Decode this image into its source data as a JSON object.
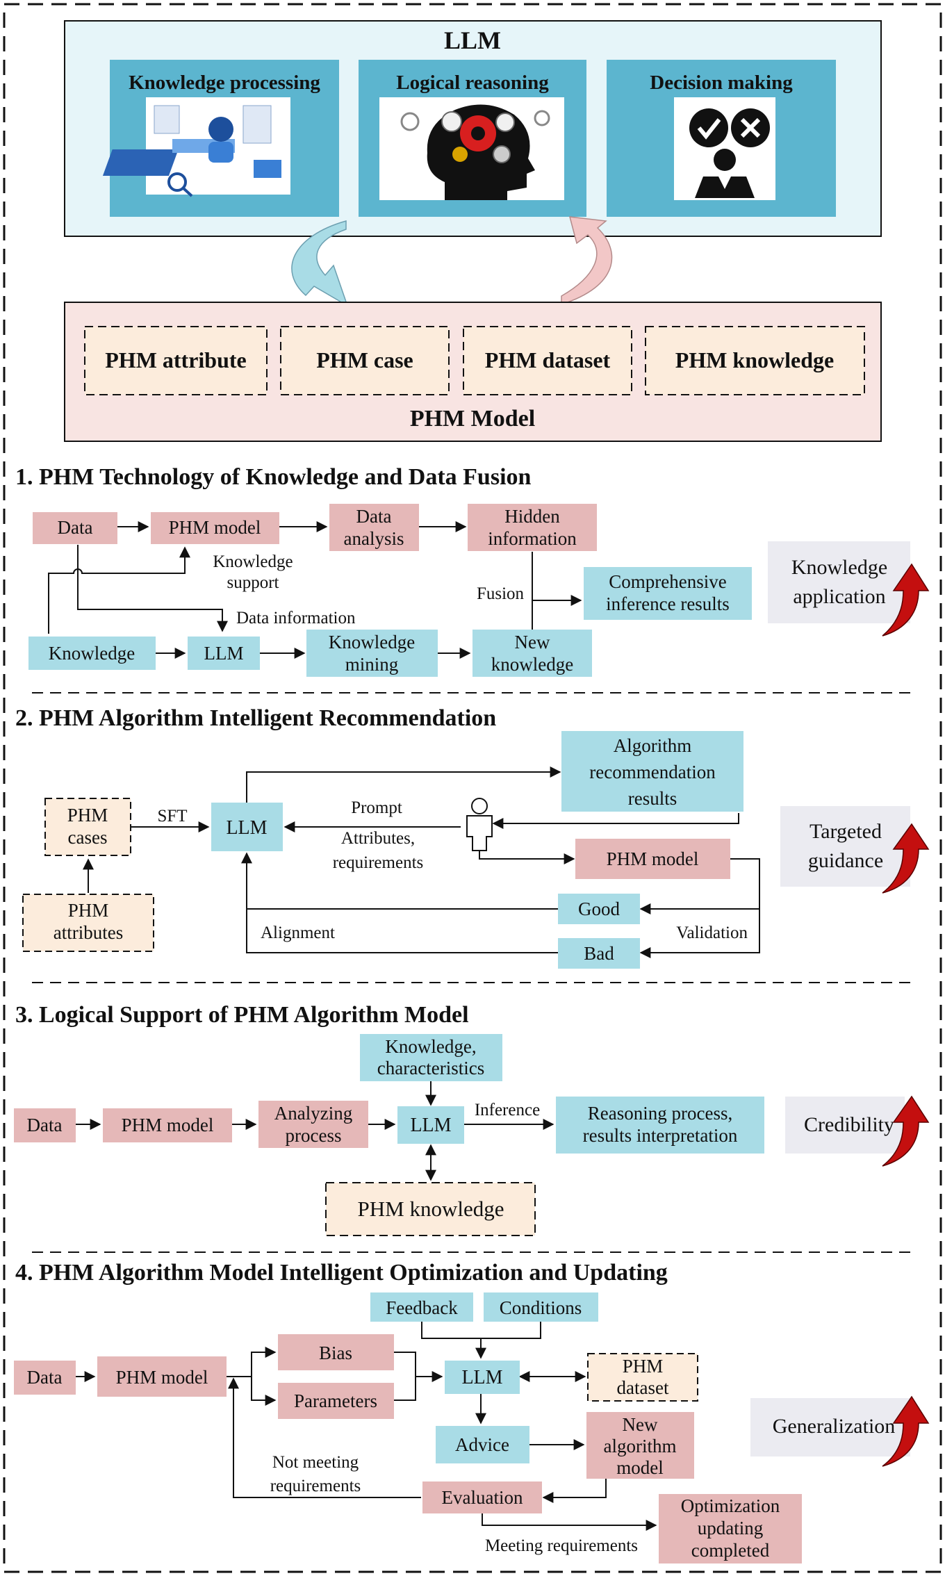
{
  "colors": {
    "pink": "#e5b8b8",
    "blue": "#a9dce6",
    "cream": "#fcecdc",
    "llm_panel": "#e6f5f9",
    "llm_tile": "#5cb5cf",
    "phm_panel": "#f8e4e2",
    "gray_tile": "#ebebf1",
    "red_arrow": "#c40f0f",
    "swirl_blue": "#a9dce6",
    "swirl_pink": "#f2c7c7"
  },
  "top": {
    "llm_title": "LLM",
    "tiles": [
      {
        "label": "Knowledge processing",
        "icon": "knowledge-processing-illustration"
      },
      {
        "label": "Logical reasoning",
        "icon": "head-with-gears-illustration"
      },
      {
        "label": "Decision making",
        "icon": "decision-check-cross-icon"
      }
    ],
    "phm_items": [
      "PHM attribute",
      "PHM case",
      "PHM dataset",
      "PHM knowledge"
    ],
    "phm_title": "PHM Model"
  },
  "s1": {
    "title": "1. PHM Technology of Knowledge and Data Fusion",
    "data": "Data",
    "phm_model": "PHM model",
    "data_analysis": [
      "Data",
      "analysis"
    ],
    "hidden_info": [
      "Hidden",
      "information"
    ],
    "knowledge_support": [
      "Knowledge",
      "support"
    ],
    "fusion": "Fusion",
    "comprehensive": [
      "Comprehensive",
      "inference results"
    ],
    "data_information": "Data information",
    "knowledge": "Knowledge",
    "llm": "LLM",
    "knowledge_mining": [
      "Knowledge",
      "mining"
    ],
    "new_knowledge": [
      "New",
      "knowledge"
    ],
    "badge": [
      "Knowledge",
      "application"
    ]
  },
  "s2": {
    "title": "2. PHM Algorithm Intelligent Recommendation",
    "phm_cases": [
      "PHM",
      "cases"
    ],
    "phm_attributes": [
      "PHM",
      "attributes"
    ],
    "sft": "SFT",
    "llm": "LLM",
    "prompt": "Prompt",
    "attr_req": [
      "Attributes,",
      "requirements"
    ],
    "algo_results": [
      "Algorithm",
      "recommendation",
      "results"
    ],
    "phm_model": "PHM model",
    "good": "Good",
    "bad": "Bad",
    "alignment": "Alignment",
    "validation": "Validation",
    "badge": [
      "Targeted",
      "guidance"
    ]
  },
  "s3": {
    "title": "3. Logical Support of PHM Algorithm Model",
    "knowledge_char": [
      "Knowledge,",
      "characteristics"
    ],
    "data": "Data",
    "phm_model": "PHM model",
    "analyzing": [
      "Analyzing",
      "process"
    ],
    "llm": "LLM",
    "inference": "Inference",
    "reasoning": [
      "Reasoning process,",
      "results interpretation"
    ],
    "phm_knowledge": "PHM knowledge",
    "badge": [
      "Credibility"
    ]
  },
  "s4": {
    "title": "4. PHM Algorithm Model Intelligent Optimization and Updating",
    "feedback": "Feedback",
    "conditions": "Conditions",
    "data": "Data",
    "phm_model": "PHM model",
    "bias": "Bias",
    "parameters": "Parameters",
    "llm": "LLM",
    "phm_dataset": [
      "PHM",
      "dataset"
    ],
    "advice": "Advice",
    "new_algo": [
      "New",
      "algorithm",
      "model"
    ],
    "not_meeting": [
      "Not meeting",
      "requirements"
    ],
    "evaluation": "Evaluation",
    "meeting": "Meeting requirements",
    "opt_completed": [
      "Optimization",
      "updating",
      "completed"
    ],
    "badge": [
      "Generalization"
    ]
  }
}
